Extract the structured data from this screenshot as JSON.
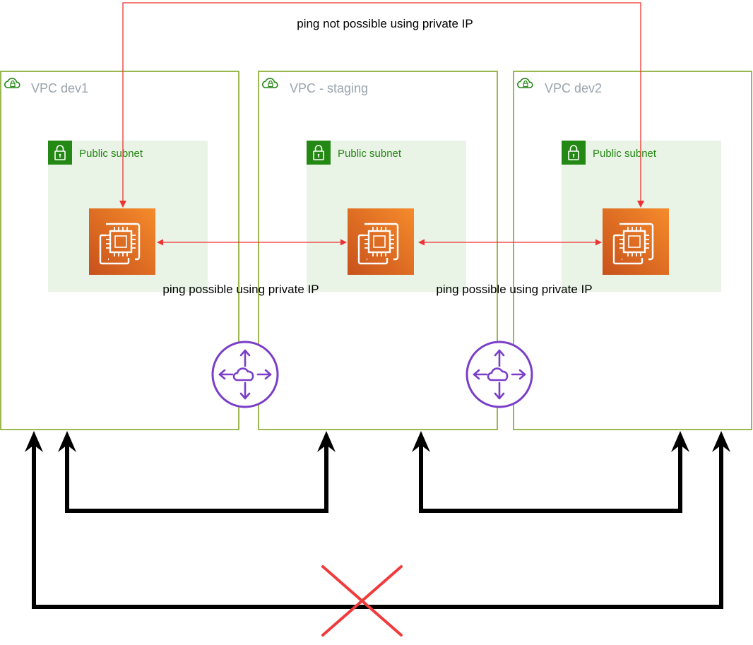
{
  "diagram": {
    "top_annotation": "ping not possible using private IP",
    "left_annotation": "ping possible using private IP",
    "right_annotation": "ping possible using private IP",
    "vpcs": [
      {
        "label": "VPC dev1",
        "subnet_label": "Public subnet"
      },
      {
        "label": "VPC - staging",
        "subnet_label": "Public subnet"
      },
      {
        "label": "VPC dev2",
        "subnet_label": "Public subnet"
      }
    ]
  },
  "colors": {
    "vpc_border": "#7aa116",
    "vpc_green": "#248814",
    "subnet_fill": "#e9f3e6",
    "ec2_orange": "#e7701f",
    "arrow_red": "#ee3333",
    "peering_purple": "#7a3ec9",
    "connector_black": "#000000",
    "cross_red": "#ef3b3b"
  },
  "icons": [
    "cloud-lock-icon",
    "padlock-icon",
    "ec2-instance-icon",
    "vpc-peering-icon",
    "red-x-icon"
  ]
}
